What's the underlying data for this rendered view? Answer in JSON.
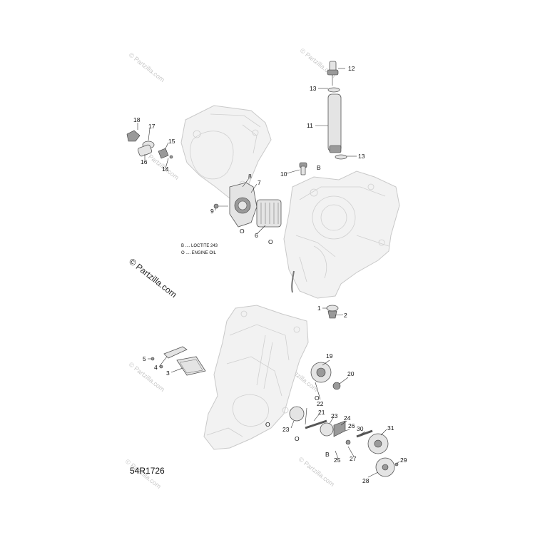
{
  "diagram": {
    "reference_code": "54R1726",
    "watermark": "© Partzilla.com",
    "legend": [
      {
        "symbol": "B",
        "text": "B .... LOCTITE 243"
      },
      {
        "symbol": "O",
        "text": "O .... ENGINE OIL"
      }
    ],
    "callouts": {
      "c1": "1",
      "c2": "2",
      "c3": "3",
      "c4": "4",
      "c5": "5",
      "c6": "6",
      "c7": "7",
      "c8": "8",
      "c9": "9",
      "c10": "10",
      "c11": "11",
      "c12": "12",
      "c13a": "13",
      "c13b": "13",
      "c14": "14",
      "c15": "15",
      "c16": "16",
      "c17": "17",
      "c18": "18",
      "c19": "19",
      "c20": "20",
      "c21": "21",
      "c22": "22",
      "c23a": "23",
      "c23b": "23",
      "c24": "24",
      "c25": "25",
      "c26": "26",
      "c27": "27",
      "c28": "28",
      "c29": "29",
      "c30": "30",
      "c31": "31"
    },
    "symbols": {
      "b": "B",
      "o": "O"
    }
  }
}
